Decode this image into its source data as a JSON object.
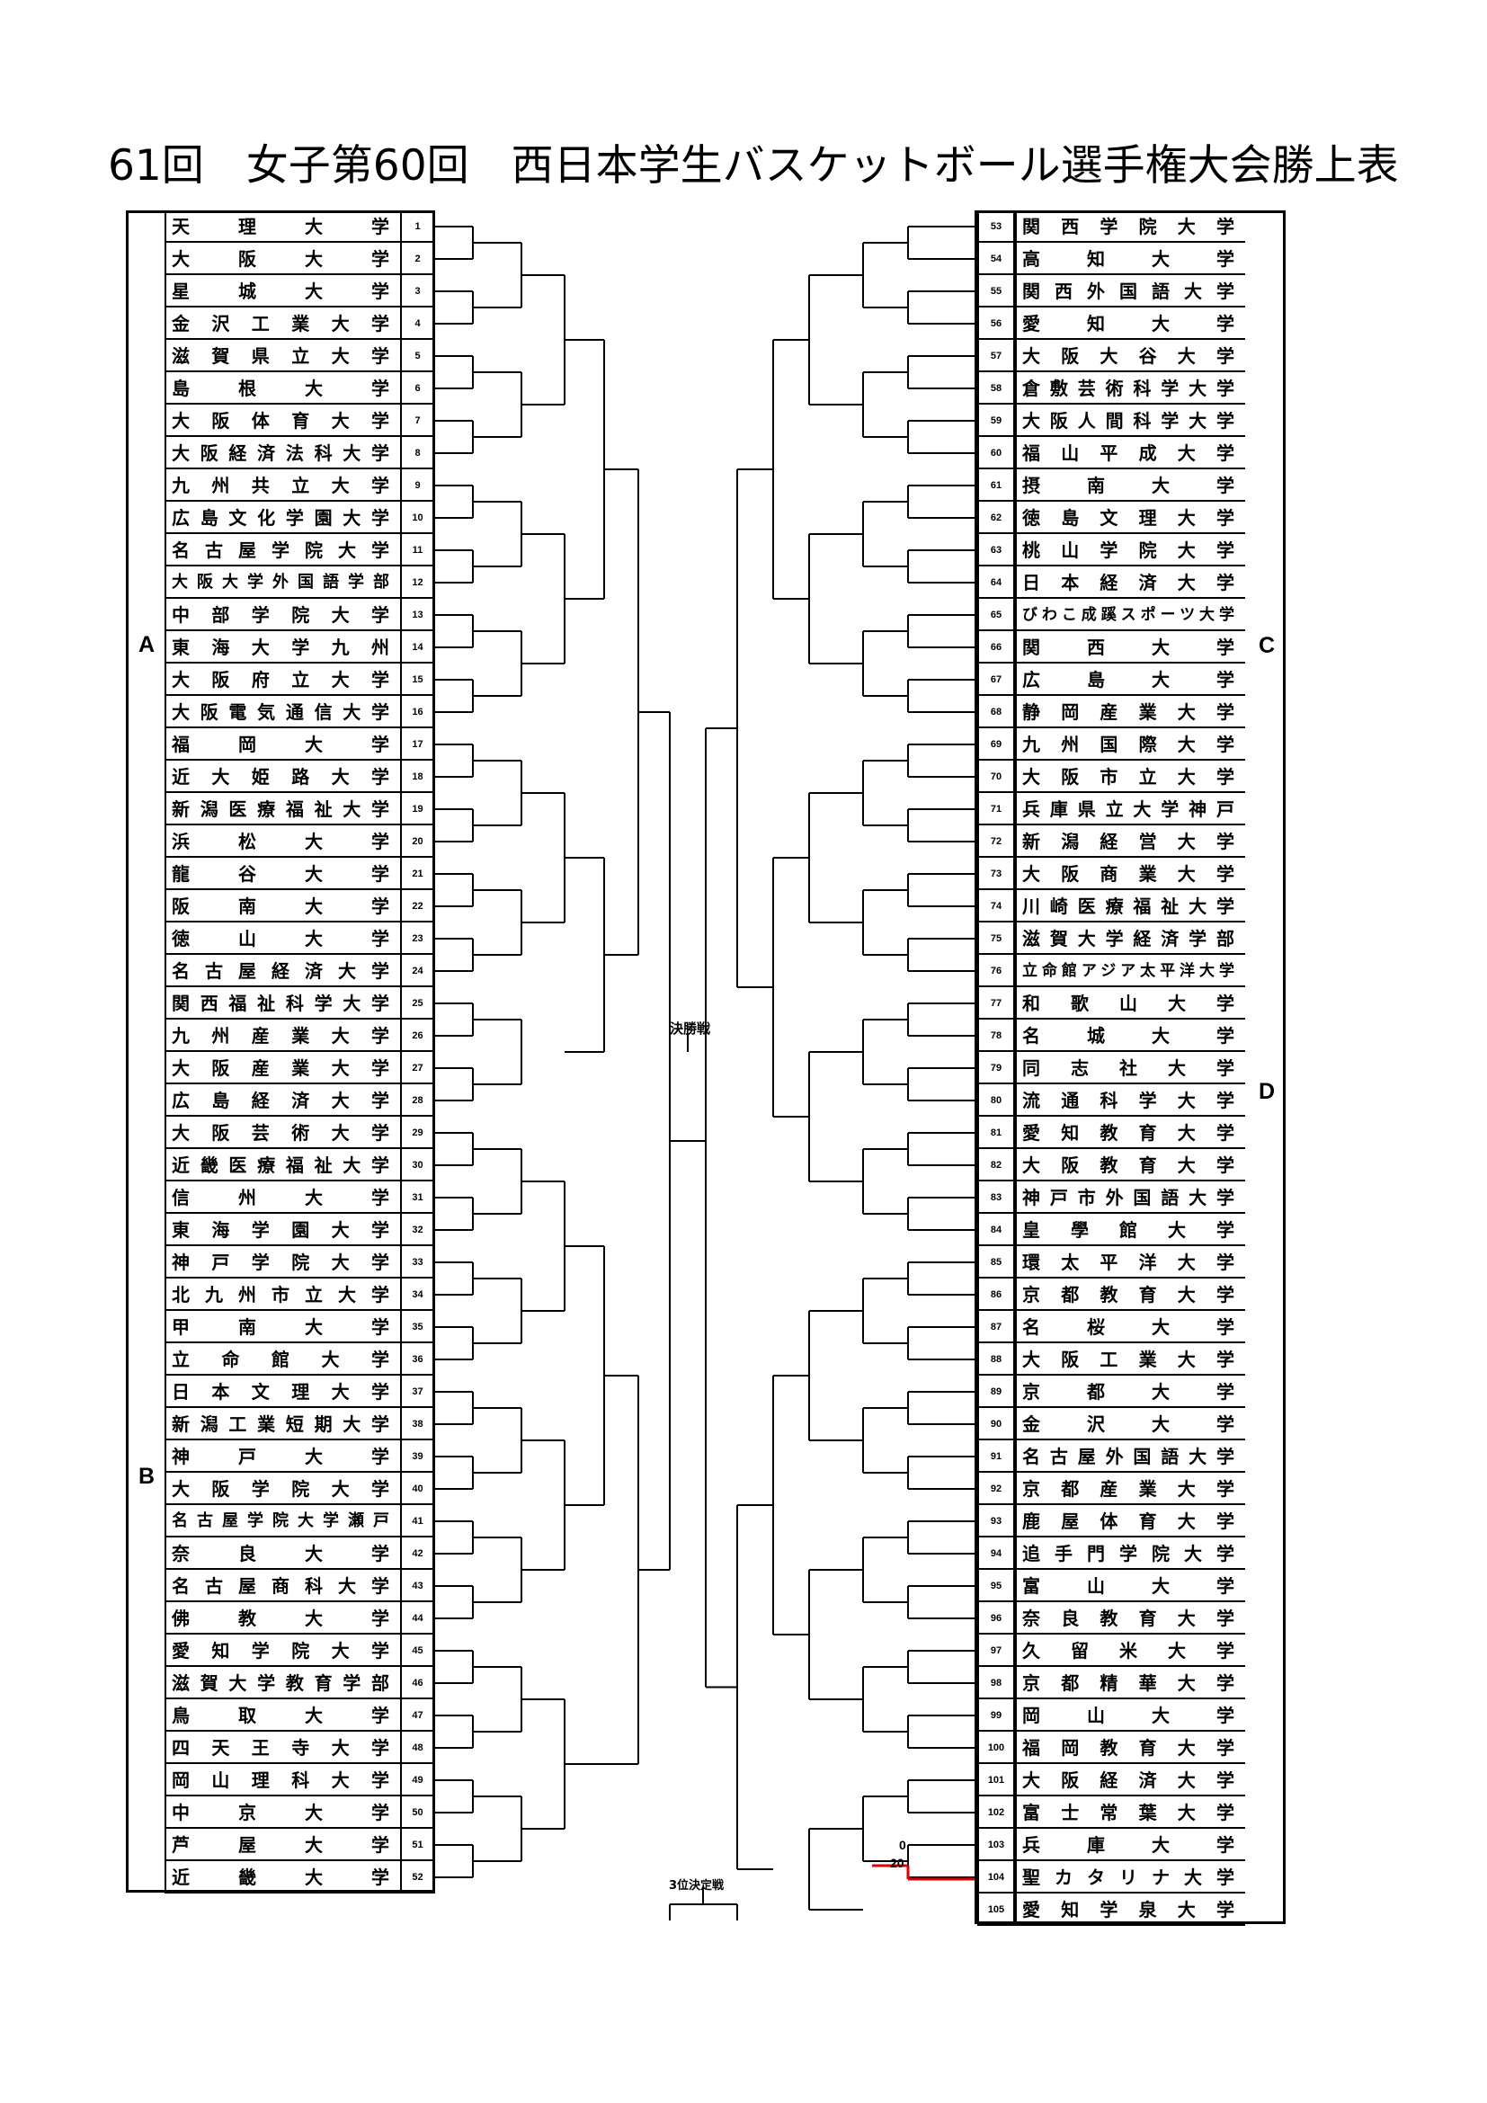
{
  "title": "61回　女子第60回　西日本学生バスケットボール選手権大会勝上表",
  "regions": {
    "A": "A",
    "B": "B",
    "C": "C",
    "D": "D"
  },
  "final_label": "決勝戦",
  "third_place_label": "3位決定戦",
  "scores": {
    "top": "0",
    "bottom": "20"
  },
  "left_teams": [
    {
      "seed": "1",
      "name": "天理大学"
    },
    {
      "seed": "2",
      "name": "大阪大学"
    },
    {
      "seed": "3",
      "name": "星城大学"
    },
    {
      "seed": "4",
      "name": "金沢工業大学"
    },
    {
      "seed": "5",
      "name": "滋賀県立大学"
    },
    {
      "seed": "6",
      "name": "島根大学"
    },
    {
      "seed": "7",
      "name": "大阪体育大学"
    },
    {
      "seed": "8",
      "name": "大阪経済法科大学"
    },
    {
      "seed": "9",
      "name": "九州共立大学"
    },
    {
      "seed": "10",
      "name": "広島文化学園大学"
    },
    {
      "seed": "11",
      "name": "名古屋学院大学"
    },
    {
      "seed": "12",
      "name": "大阪大学外国語学部"
    },
    {
      "seed": "13",
      "name": "中部学院大学"
    },
    {
      "seed": "14",
      "name": "東海大学九州"
    },
    {
      "seed": "15",
      "name": "大阪府立大学"
    },
    {
      "seed": "16",
      "name": "大阪電気通信大学"
    },
    {
      "seed": "17",
      "name": "福岡大学"
    },
    {
      "seed": "18",
      "name": "近大姫路大学"
    },
    {
      "seed": "19",
      "name": "新潟医療福祉大学"
    },
    {
      "seed": "20",
      "name": "浜松大学"
    },
    {
      "seed": "21",
      "name": "龍谷大学"
    },
    {
      "seed": "22",
      "name": "阪南大学"
    },
    {
      "seed": "23",
      "name": "徳山大学"
    },
    {
      "seed": "24",
      "name": "名古屋経済大学"
    },
    {
      "seed": "25",
      "name": "関西福祉科学大学"
    },
    {
      "seed": "26",
      "name": "九州産業大学"
    },
    {
      "seed": "27",
      "name": "大阪産業大学"
    },
    {
      "seed": "28",
      "name": "広島経済大学"
    },
    {
      "seed": "29",
      "name": "大阪芸術大学"
    },
    {
      "seed": "30",
      "name": "近畿医療福祉大学"
    },
    {
      "seed": "31",
      "name": "信州大学"
    },
    {
      "seed": "32",
      "name": "東海学園大学"
    },
    {
      "seed": "33",
      "name": "神戸学院大学"
    },
    {
      "seed": "34",
      "name": "北九州市立大学"
    },
    {
      "seed": "35",
      "name": "甲南大学"
    },
    {
      "seed": "36",
      "name": "立命館大学"
    },
    {
      "seed": "37",
      "name": "日本文理大学"
    },
    {
      "seed": "38",
      "name": "新潟工業短期大学"
    },
    {
      "seed": "39",
      "name": "神戸大学"
    },
    {
      "seed": "40",
      "name": "大阪学院大学"
    },
    {
      "seed": "41",
      "name": "名古屋学院大学瀬戸"
    },
    {
      "seed": "42",
      "name": "奈良大学"
    },
    {
      "seed": "43",
      "name": "名古屋商科大学"
    },
    {
      "seed": "44",
      "name": "佛教大学"
    },
    {
      "seed": "45",
      "name": "愛知学院大学"
    },
    {
      "seed": "46",
      "name": "滋賀大学教育学部"
    },
    {
      "seed": "47",
      "name": "鳥取大学"
    },
    {
      "seed": "48",
      "name": "四天王寺大学"
    },
    {
      "seed": "49",
      "name": "岡山理科大学"
    },
    {
      "seed": "50",
      "name": "中京大学"
    },
    {
      "seed": "51",
      "name": "芦屋大学"
    },
    {
      "seed": "52",
      "name": "近畿大学"
    }
  ],
  "right_teams": [
    {
      "seed": "53",
      "name": "関西学院大学"
    },
    {
      "seed": "54",
      "name": "高知大学"
    },
    {
      "seed": "55",
      "name": "関西外国語大学"
    },
    {
      "seed": "56",
      "name": "愛知大学"
    },
    {
      "seed": "57",
      "name": "大阪大谷大学"
    },
    {
      "seed": "58",
      "name": "倉敷芸術科学大学"
    },
    {
      "seed": "59",
      "name": "大阪人間科学大学"
    },
    {
      "seed": "60",
      "name": "福山平成大学"
    },
    {
      "seed": "61",
      "name": "摂南大学"
    },
    {
      "seed": "62",
      "name": "徳島文理大学"
    },
    {
      "seed": "63",
      "name": "桃山学院大学"
    },
    {
      "seed": "64",
      "name": "日本経済大学"
    },
    {
      "seed": "65",
      "name": "びわこ成蹊スポーツ大学"
    },
    {
      "seed": "66",
      "name": "関西大学"
    },
    {
      "seed": "67",
      "name": "広島大学"
    },
    {
      "seed": "68",
      "name": "静岡産業大学"
    },
    {
      "seed": "69",
      "name": "九州国際大学"
    },
    {
      "seed": "70",
      "name": "大阪市立大学"
    },
    {
      "seed": "71",
      "name": "兵庫県立大学神戸"
    },
    {
      "seed": "72",
      "name": "新潟経営大学"
    },
    {
      "seed": "73",
      "name": "大阪商業大学"
    },
    {
      "seed": "74",
      "name": "川崎医療福祉大学"
    },
    {
      "seed": "75",
      "name": "滋賀大学経済学部"
    },
    {
      "seed": "76",
      "name": "立命館アジア太平洋大学"
    },
    {
      "seed": "77",
      "name": "和歌山大学"
    },
    {
      "seed": "78",
      "name": "名城大学"
    },
    {
      "seed": "79",
      "name": "同志社大学"
    },
    {
      "seed": "80",
      "name": "流通科学大学"
    },
    {
      "seed": "81",
      "name": "愛知教育大学"
    },
    {
      "seed": "82",
      "name": "大阪教育大学"
    },
    {
      "seed": "83",
      "name": "神戸市外国語大学"
    },
    {
      "seed": "84",
      "name": "皇學館大学"
    },
    {
      "seed": "85",
      "name": "環太平洋大学"
    },
    {
      "seed": "86",
      "name": "京都教育大学"
    },
    {
      "seed": "87",
      "name": "名桜大学"
    },
    {
      "seed": "88",
      "name": "大阪工業大学"
    },
    {
      "seed": "89",
      "name": "京都大学"
    },
    {
      "seed": "90",
      "name": "金沢大学"
    },
    {
      "seed": "91",
      "name": "名古屋外国語大学"
    },
    {
      "seed": "92",
      "name": "京都産業大学"
    },
    {
      "seed": "93",
      "name": "鹿屋体育大学"
    },
    {
      "seed": "94",
      "name": "追手門学院大学"
    },
    {
      "seed": "95",
      "name": "富山大学"
    },
    {
      "seed": "96",
      "name": "奈良教育大学"
    },
    {
      "seed": "97",
      "name": "久留米大学"
    },
    {
      "seed": "98",
      "name": "京都精華大学"
    },
    {
      "seed": "99",
      "name": "岡山大学"
    },
    {
      "seed": "100",
      "name": "福岡教育大学"
    },
    {
      "seed": "101",
      "name": "大阪経済大学"
    },
    {
      "seed": "102",
      "name": "富士常葉大学"
    },
    {
      "seed": "103",
      "name": "兵庫大学"
    },
    {
      "seed": "104",
      "name": "聖カタリナ大学"
    },
    {
      "seed": "105",
      "name": "愛知学泉大学"
    }
  ]
}
